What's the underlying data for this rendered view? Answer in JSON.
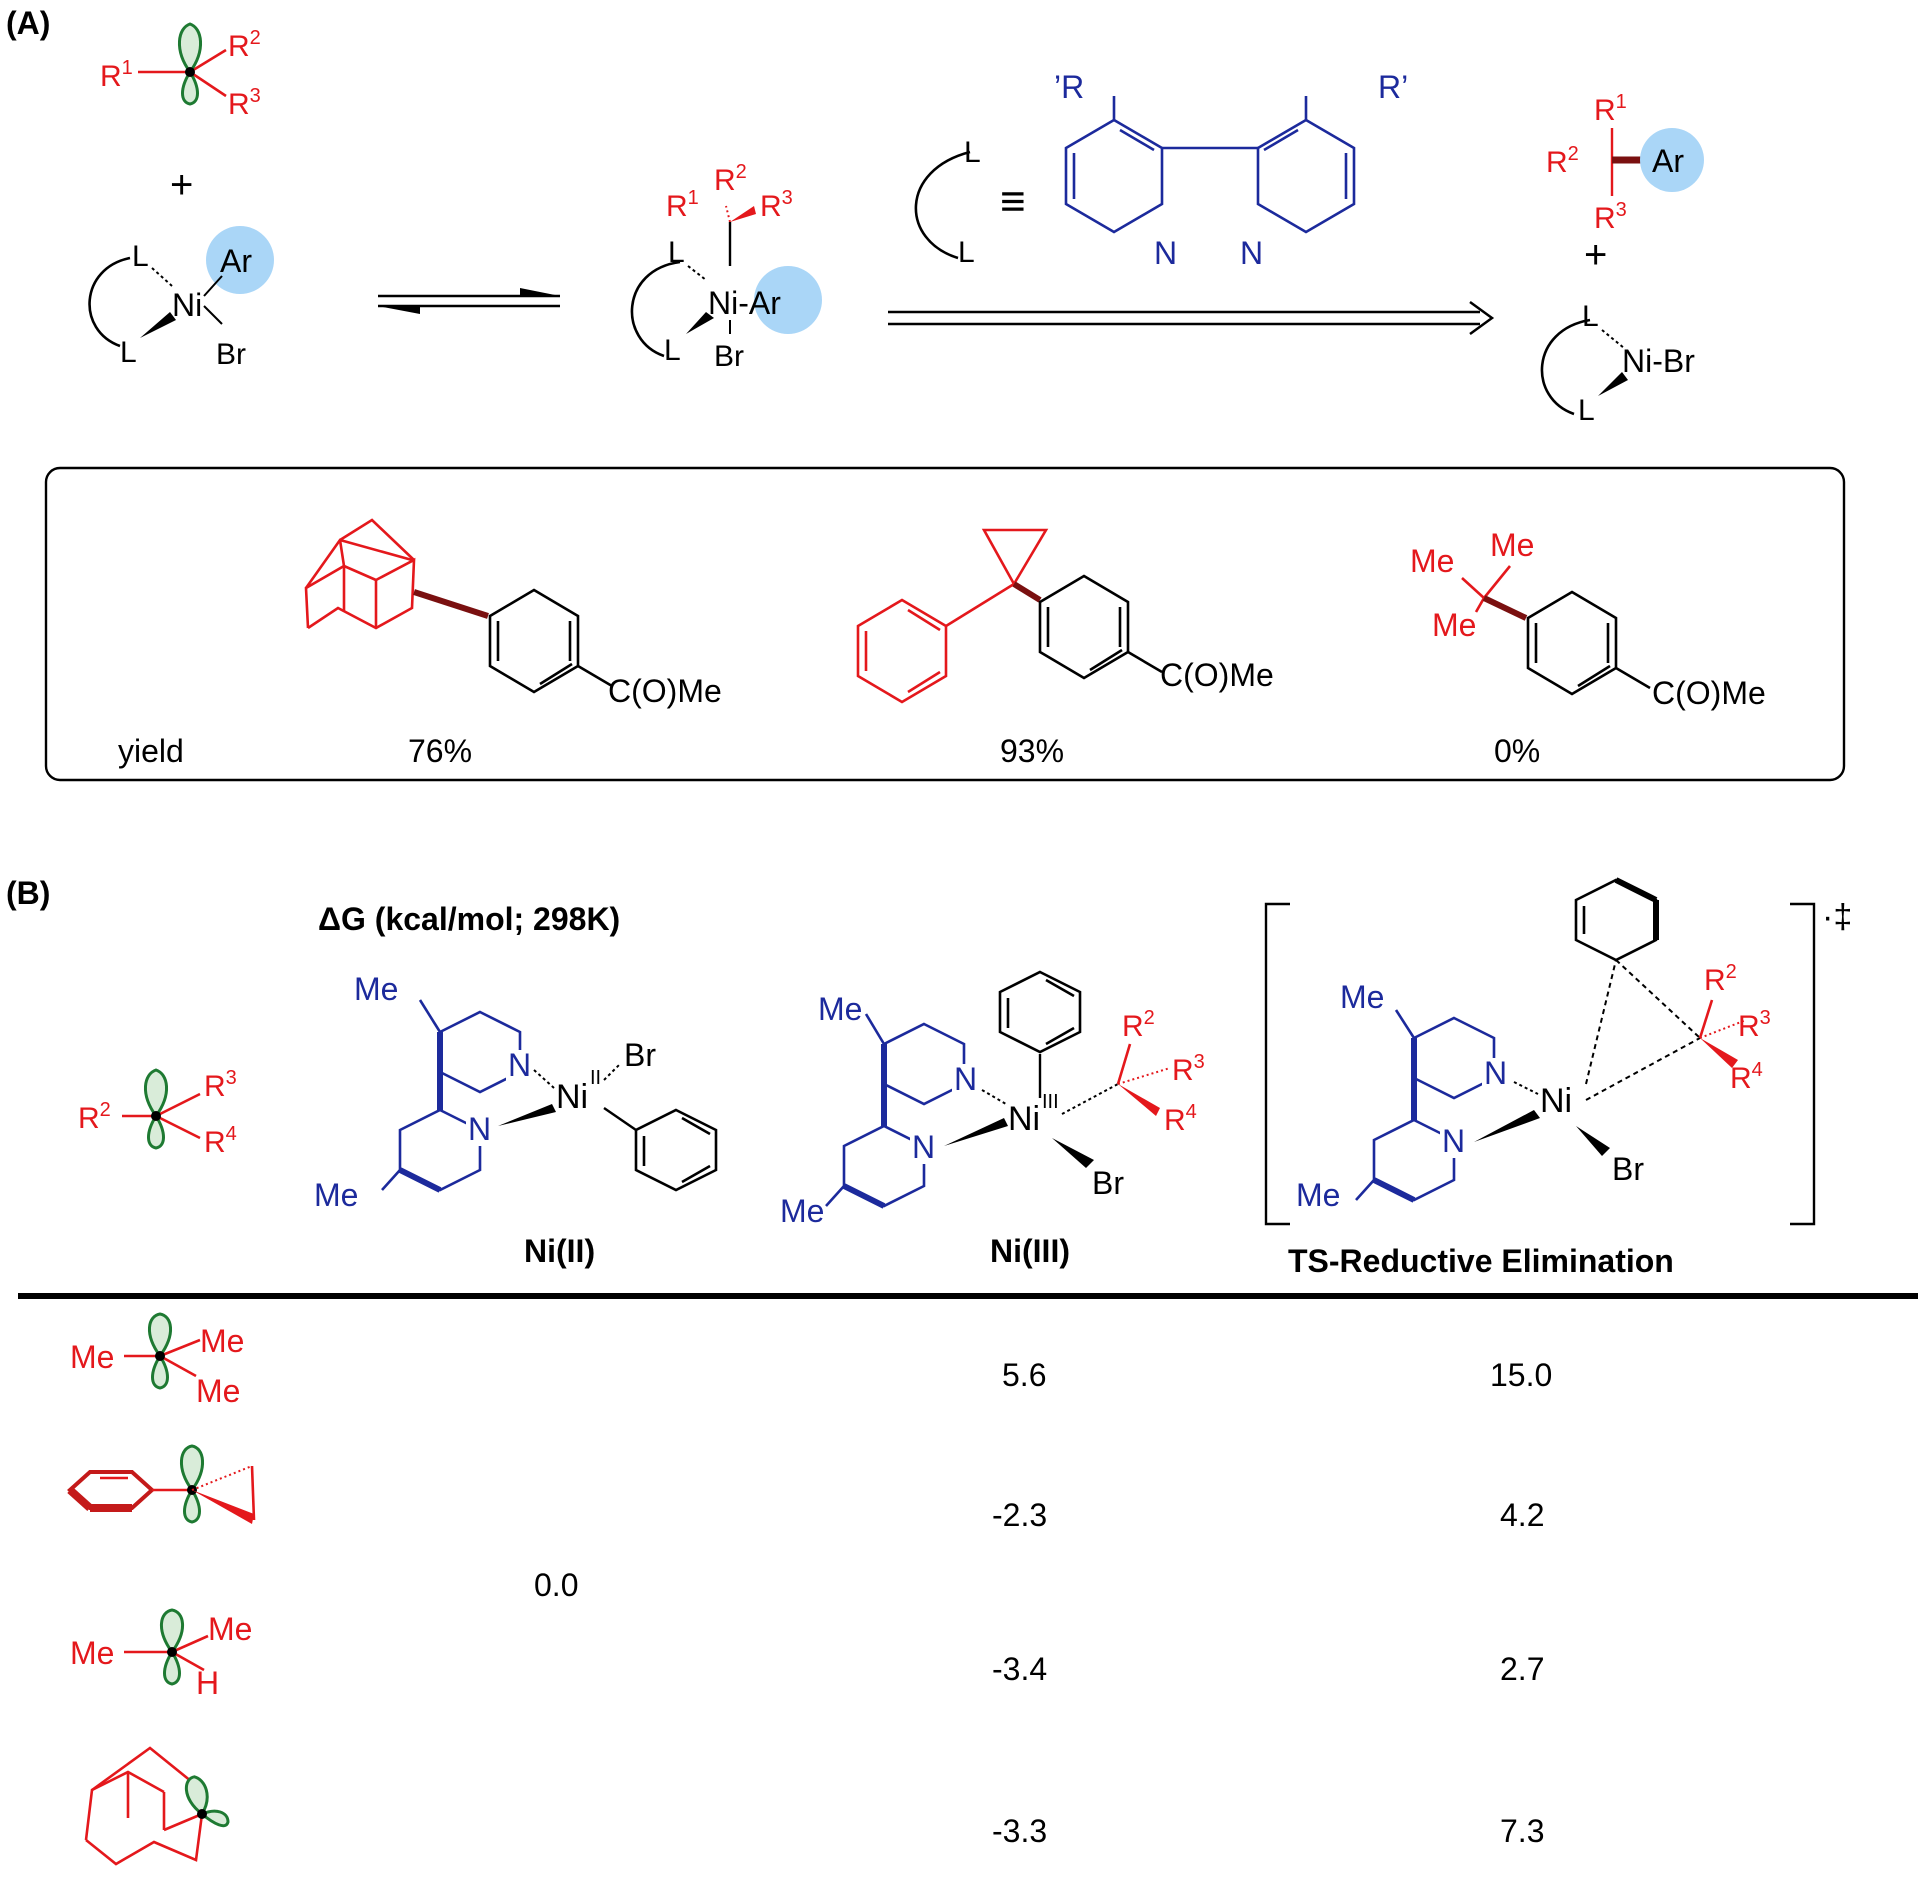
{
  "panel_a": {
    "label": "(A)",
    "radical": {
      "r1": "R",
      "r1_sup": "1",
      "r2": "R",
      "r2_sup": "2",
      "r3": "R",
      "r3_sup": "3"
    },
    "plus": "+",
    "ligand_atom": "L",
    "metal": "Ni",
    "aryl": "Ar",
    "bromide": "Br",
    "ni_minus_ar": "Ni-Ar",
    "ni_minus_br": "Ni-Br",
    "ligand_equiv": "≡",
    "bipy_substituent_left": "’R",
    "bipy_substituent_right": "R’",
    "nitrogen": "N",
    "yields_box": {
      "yield_label": "yield",
      "substituent": "C(O)Me",
      "me": "Me",
      "yields": [
        "76%",
        "93%",
        "0%"
      ]
    }
  },
  "panel_b": {
    "label": "(B)",
    "heading": "ΔG (kcal/mol; 298K)",
    "radical_header": {
      "r2": "R",
      "r2_sup": "2",
      "r3": "R",
      "r3_sup": "3",
      "r4": "R",
      "r4_sup": "4"
    },
    "me": "Me",
    "h": "H",
    "ni2_super": "II",
    "ni3_super": "III",
    "ts_superscript": "·‡",
    "columns": [
      "Ni(II)",
      "Ni(III)",
      "TS-Reductive Elimination"
    ],
    "ni2_value": "0.0",
    "rows": [
      {
        "radical": "tert-butyl",
        "ni3": "5.6",
        "ts": "15.0"
      },
      {
        "radical": "1-phenylcyclopropyl",
        "ni3": "-2.3",
        "ts": "4.2"
      },
      {
        "radical": "isopropyl",
        "ni3": "-3.4",
        "ts": "2.7"
      },
      {
        "radical": "1-adamantyl",
        "ni3": "-3.3",
        "ts": "7.3"
      }
    ]
  },
  "colors": {
    "radical": "#e4181c",
    "ligand": "#1c2a9c",
    "orbital": "#1e7a32",
    "aryl_highlight": "#aad6f7",
    "bond_highlight": "#7a1010"
  }
}
